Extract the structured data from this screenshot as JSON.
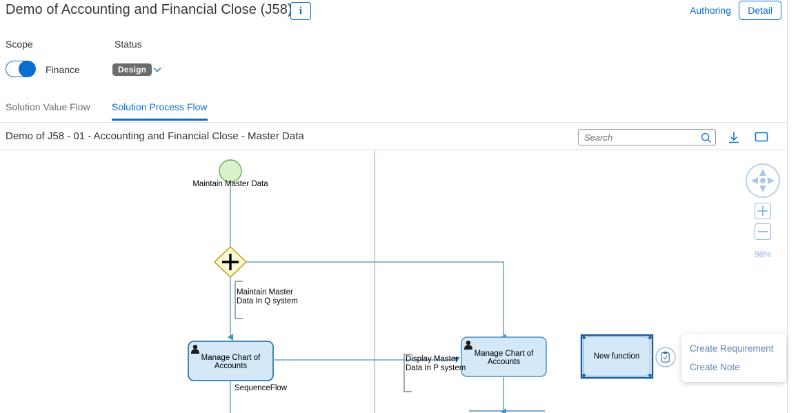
{
  "header": {
    "title": "Demo of Accounting and Financial Close (J58)",
    "info_icon": "info-icon",
    "authoring_label": "Authoring",
    "detail_label": "Detail"
  },
  "filters": {
    "scope_label": "Scope",
    "scope_value": "Finance",
    "scope_toggle_on": true,
    "status_label": "Status",
    "status_value": "Design",
    "status_caret_icon": "chevron-down-icon"
  },
  "tabs": [
    {
      "label": "Solution Value Flow",
      "active": false
    },
    {
      "label": "Solution Process Flow",
      "active": true
    }
  ],
  "subbar": {
    "title": "Demo of J58 - 01 - Accounting and Financial Close - Master Data",
    "search_placeholder": "Search",
    "search_value": "",
    "search_icon": "search-icon",
    "download_icon": "download-icon",
    "display_icon": "display-icon"
  },
  "canvas": {
    "zoom_level": "98%",
    "pan_icon": "pan-control-icon",
    "zoom_in_icon": "plus-icon",
    "zoom_out_icon": "minus-icon",
    "nodes": [
      {
        "id": "start",
        "type": "start-event",
        "label": "Maintain Master Data"
      },
      {
        "id": "gateway",
        "type": "parallel-gateway",
        "label": "+"
      },
      {
        "id": "task-left",
        "type": "user-task",
        "label": "Manage Chart of Accounts"
      },
      {
        "id": "task-right",
        "type": "user-task",
        "label": "Manage Chart of Accounts"
      },
      {
        "id": "new-function",
        "type": "function",
        "label": "New function"
      }
    ],
    "annotations": [
      {
        "id": "anno-q",
        "line1": "Maintain Master",
        "line2": "Data In Q system"
      },
      {
        "id": "anno-p",
        "line1": "Display Master",
        "line2": "Data In P system"
      }
    ],
    "flow_label": "SequenceFlow",
    "action_icon": "clipboard-check-icon"
  },
  "context_menu": {
    "items": [
      {
        "label": "Create Requirement"
      },
      {
        "label": "Create Note"
      }
    ]
  },
  "colors": {
    "accent": "#0a6ed1",
    "text": "#32363a",
    "muted": "#6a6d70",
    "badge_bg": "#6a6d70",
    "task_fill": "#d4e8f7",
    "task_stroke": "#4a90c4",
    "gateway_fill": "#fdf8d6",
    "gateway_stroke": "#c4a21a",
    "start_fill": "#d9f2cb",
    "start_stroke": "#6aa84f",
    "flow_line": "#6aa0c8",
    "selection": "#1a5b9e"
  }
}
